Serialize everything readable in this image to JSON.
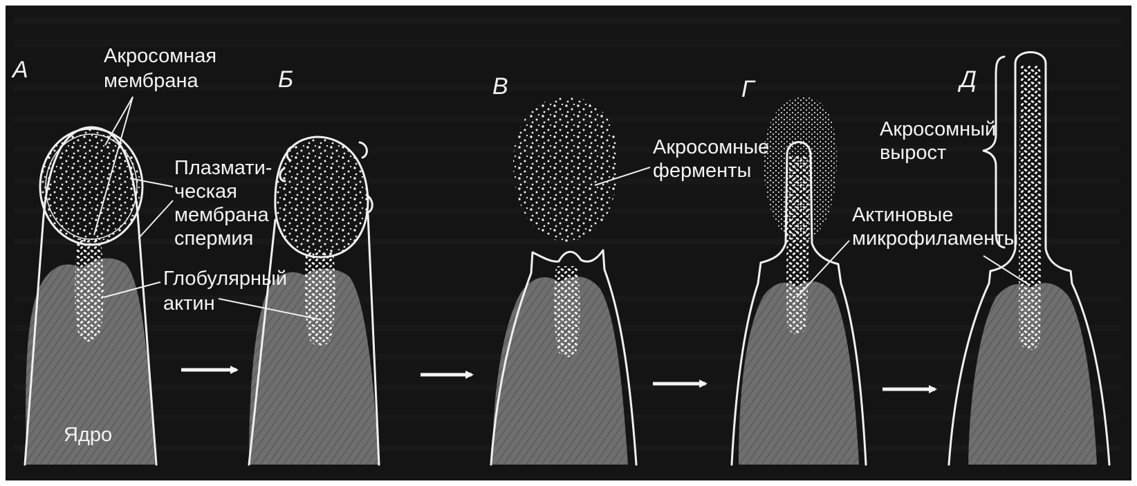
{
  "panels": {
    "a": "А",
    "b": "Б",
    "v": "В",
    "g": "Г",
    "d": "Д"
  },
  "labels": {
    "acrosome_membrane": [
      "Акросомная",
      "мембрана"
    ],
    "plasma_membrane": [
      "Плазмати-",
      "ческая",
      "мембрана",
      "спермия"
    ],
    "globular_actin": [
      "Глобулярный",
      "актин"
    ],
    "nucleus": "Ядро",
    "acrosomal_enzymes": [
      "Акросомные",
      "ферменты"
    ],
    "acrosomal_process": [
      "Акросомный",
      "вырост"
    ],
    "actin_microfilaments": [
      "Актиновые",
      "микрофиламенты"
    ]
  },
  "colors": {
    "frame": "#ffffff",
    "background": "#141414",
    "nucleus": "#6e6e6e",
    "line": "#f0f0f0"
  }
}
